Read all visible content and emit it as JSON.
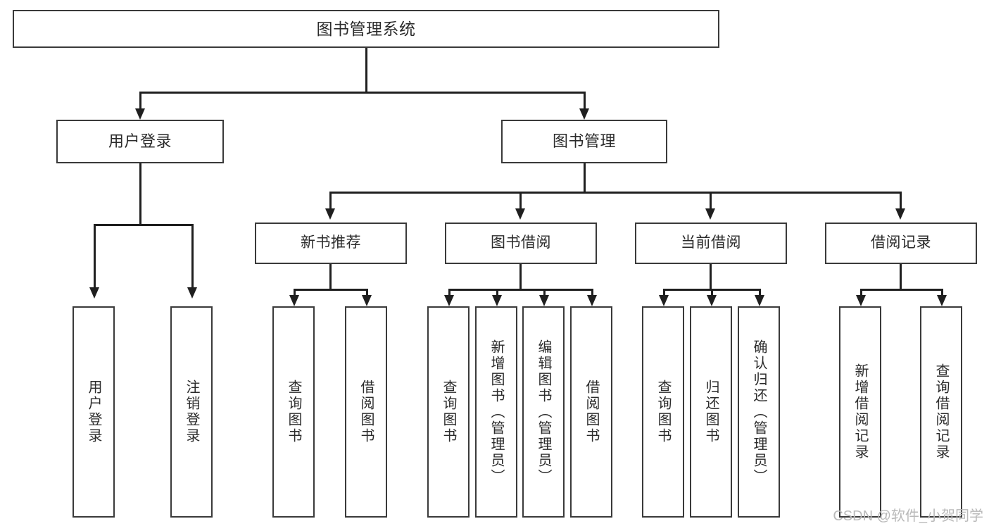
{
  "diagram": {
    "title": "图书管理系统",
    "type": "tree",
    "watermark": "CSDN @软件_小贺同学",
    "colors": {
      "box_border": "#3a3a3a",
      "connector": "#1f1f1f",
      "background": "#ffffff",
      "text": "#2b2b2b",
      "watermark": "#b9b9b9"
    },
    "root": {
      "label": "图书管理系统"
    },
    "level2": [
      {
        "label": "用户登录"
      },
      {
        "label": "图书管理"
      }
    ],
    "level3": [
      {
        "label": "新书推荐"
      },
      {
        "label": "图书借阅"
      },
      {
        "label": "当前借阅"
      },
      {
        "label": "借阅记录"
      }
    ],
    "leaves": {
      "user_login": [
        {
          "label": "用户登录"
        },
        {
          "label": "注销登录"
        }
      ],
      "new_book_recommend": [
        {
          "label": "查询图书"
        },
        {
          "label": "借阅图书"
        }
      ],
      "book_borrow": [
        {
          "label": "查询图书"
        },
        {
          "label": "新增图书（管理员）"
        },
        {
          "label": "编辑图书（管理员）"
        },
        {
          "label": "借阅图书"
        }
      ],
      "current_borrow": [
        {
          "label": "查询图书"
        },
        {
          "label": "归还图书"
        },
        {
          "label": "确认归还（管理员）"
        }
      ],
      "borrow_record": [
        {
          "label": "新增借阅记录"
        },
        {
          "label": "查询借阅记录"
        }
      ]
    }
  }
}
